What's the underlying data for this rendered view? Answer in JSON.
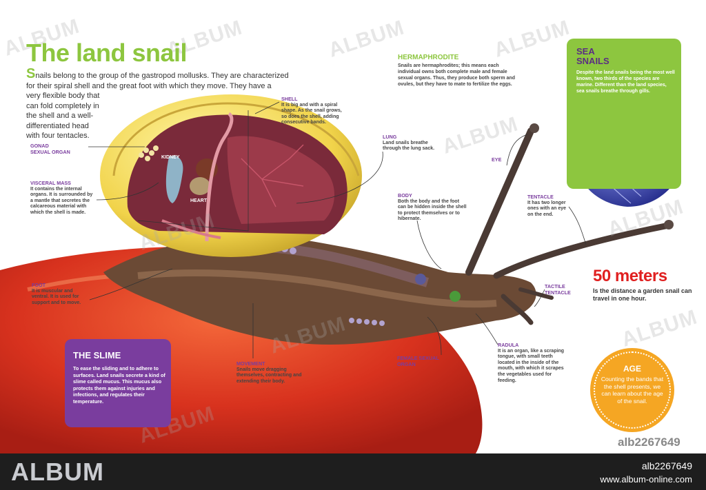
{
  "title": "The land snail",
  "intro": {
    "drop_cap": "S",
    "line1": "nails belong to the group of the gastropod mollusks. They are characterized",
    "line2": "for their spiral shell and the great foot with which they move. They have a",
    "line3": "very flexible body that",
    "line4": "can fold completely in",
    "line5": "the shell and a well-",
    "line6": "differentiated head",
    "line7": "with four tentacles."
  },
  "labels": {
    "shell": {
      "heading": "SHELL",
      "text": "It is big and with a spiral shape. As the snail grows, so does the shell, adding consecutive bands."
    },
    "gonad": {
      "heading": "GONAD",
      "text": "SEXUAL ORGAN"
    },
    "kidney": "KIDNEY",
    "heart": "HEART",
    "visceral": {
      "heading": "VISCERAL MASS",
      "text": "It contains the internal organs. It is surrounded by a mantle that secretes the calcareous material with which the shell is made."
    },
    "lung": {
      "heading": "LUNG",
      "text": "Land snails breathe through the lung sack."
    },
    "body": {
      "heading": "BODY",
      "text": "Both the body and the foot can be hidden inside the shell to protect themselves or to hibernate."
    },
    "eye": "EYE",
    "tentacle": {
      "heading": "TENTACLE",
      "text": "It has two longer ones with an eye on the end."
    },
    "tactile": {
      "heading1": "TACTILE",
      "heading2": "TENTACLE"
    },
    "foot": {
      "heading": "FOOT",
      "text": "It is muscular and ventral. It is used for support and to move."
    },
    "movement": {
      "heading": "MOVEMENT",
      "text": "Snails move dragging themselves, contracting and extending their body."
    },
    "female": {
      "heading1": "FEMALE SEXUAL",
      "heading2": "ORGAN"
    },
    "radula": {
      "heading": "RADULA",
      "text": "It is an organ, like a scraping tongue, with small teeth located in the inside of the mouth, with which it scrapes the vegetables used for feeding."
    }
  },
  "hermaphrodite": {
    "heading": "HERMAPHRODITE",
    "text": "Snails are hermaphrodites; this means each individual owns both complete male and female sexual organs. Thus, they produce both sperm and ovules, but they have to mate to fertilize the eggs."
  },
  "sea_snails": {
    "heading_line1": "SEA",
    "heading_line2": "SNAILS",
    "text": "Despite the land snails being the most well known, two thirds of the species are marine. Different than the land species, sea snails breathe through gills."
  },
  "distance": {
    "value": "50 meters",
    "text": "Is the distance a garden snail can travel in one hour."
  },
  "slime": {
    "heading": "THE SLIME",
    "text": "To ease the sliding and to adhere to surfaces. Land snails secrete a kind of slime called mucus. This mucus also protects them against injuries and infections, and regulates their temperature."
  },
  "age": {
    "heading": "AGE",
    "text": "Counting the bands that the shell presents, we can learn about the age of the snail."
  },
  "watermark": "ALBUM",
  "image_id": "alb2267649",
  "footer": {
    "logo": "ALBUM",
    "code": "alb2267649",
    "url": "www.album-online.com"
  },
  "colors": {
    "accent_green": "#8dc63f",
    "purple": "#7a3d9e",
    "red": "#e02020",
    "orange": "#f5a623",
    "footer_bg": "#1e1e1e"
  }
}
